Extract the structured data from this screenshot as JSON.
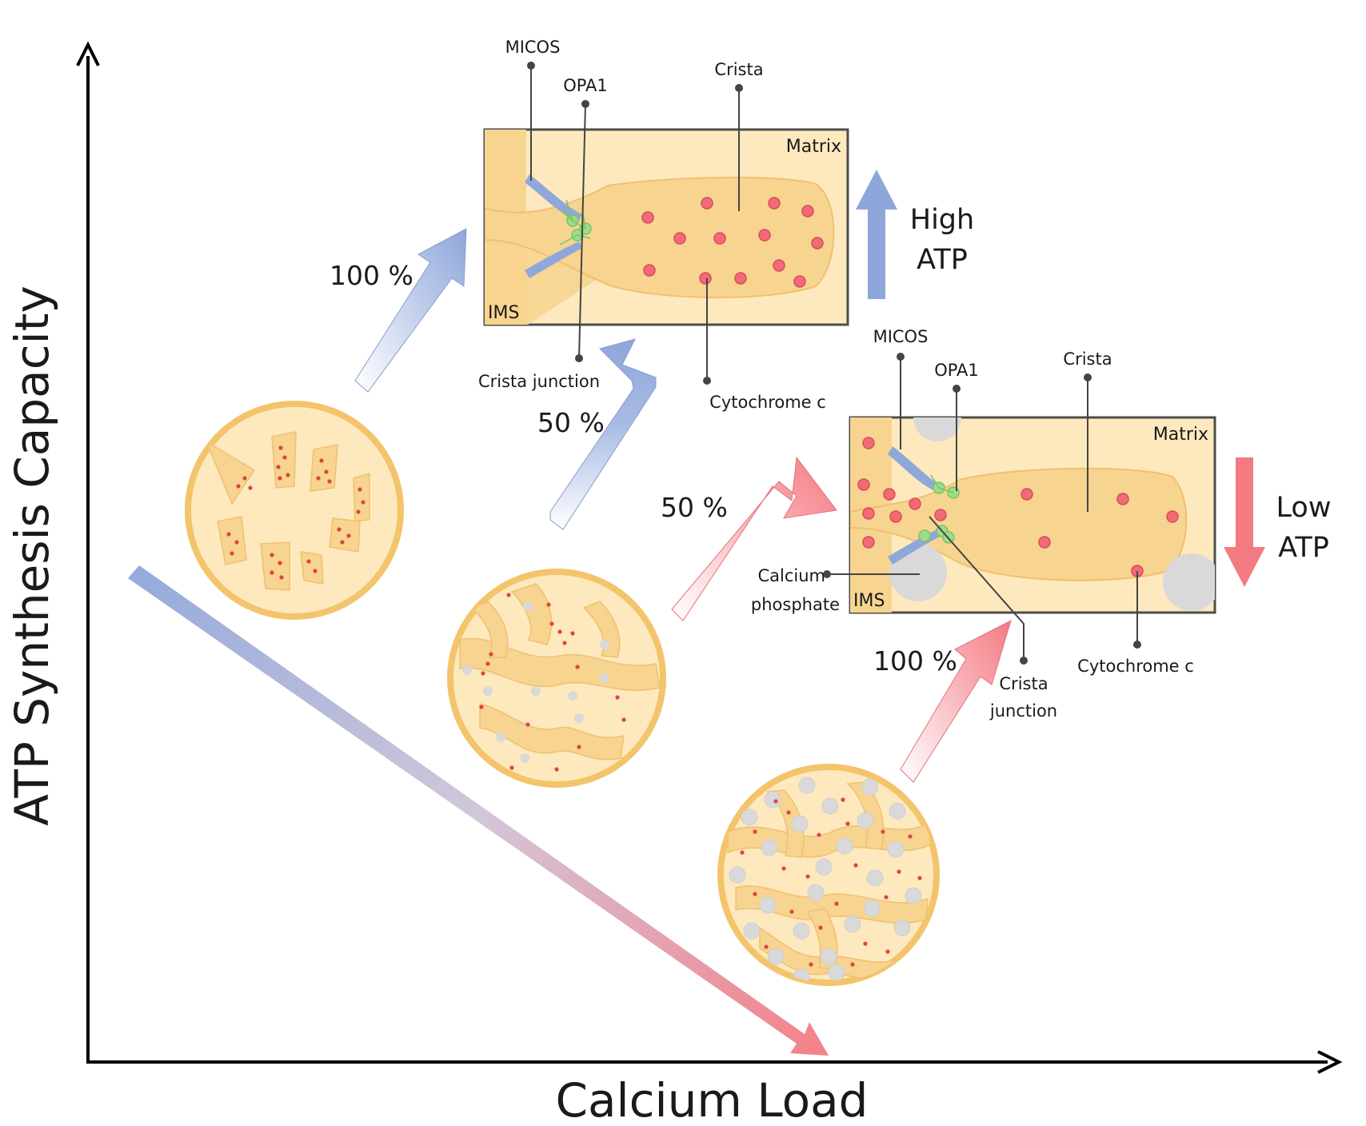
{
  "axes": {
    "y_label": "ATP Synthesis Capacity",
    "x_label": "Calcium Load"
  },
  "top_panel": {
    "labels": {
      "micos": "MICOS",
      "opa1": "OPA1",
      "crista": "Crista",
      "matrix": "Matrix",
      "ims": "IMS",
      "crista_junction": "Crista junction",
      "cytochrome_c": "Cytochrome c"
    },
    "status_line1": "High",
    "status_line2": "ATP"
  },
  "bottom_panel": {
    "labels": {
      "micos": "MICOS",
      "opa1": "OPA1",
      "crista": "Crista",
      "matrix": "Matrix",
      "ims": "IMS",
      "calcium_phosphate_line1": "Calcium",
      "calcium_phosphate_line2": "phosphate",
      "crista_junction_line1": "Crista",
      "crista_junction_line2": "junction",
      "cytochrome_c": "Cytochrome c"
    },
    "status_line1": "Low",
    "status_line2": "ATP"
  },
  "percentages": {
    "healthy_to_high": "100 %",
    "intermediate_to_high": "50 %",
    "intermediate_to_low": "50 %",
    "overloaded_to_low": "100 %"
  },
  "colors": {
    "blue_arrow": "#8ea6da",
    "red_arrow": "#f47a82",
    "mito_membrane": "#f3c46b",
    "mito_lumen": "#fde9bd",
    "cristae": "#f7d48f",
    "cytochrome_c": "#f36a76",
    "calcium_phosphate": "#d8d8d8",
    "micos": "#8fa8d9",
    "opa1": "#9fdc8a"
  }
}
